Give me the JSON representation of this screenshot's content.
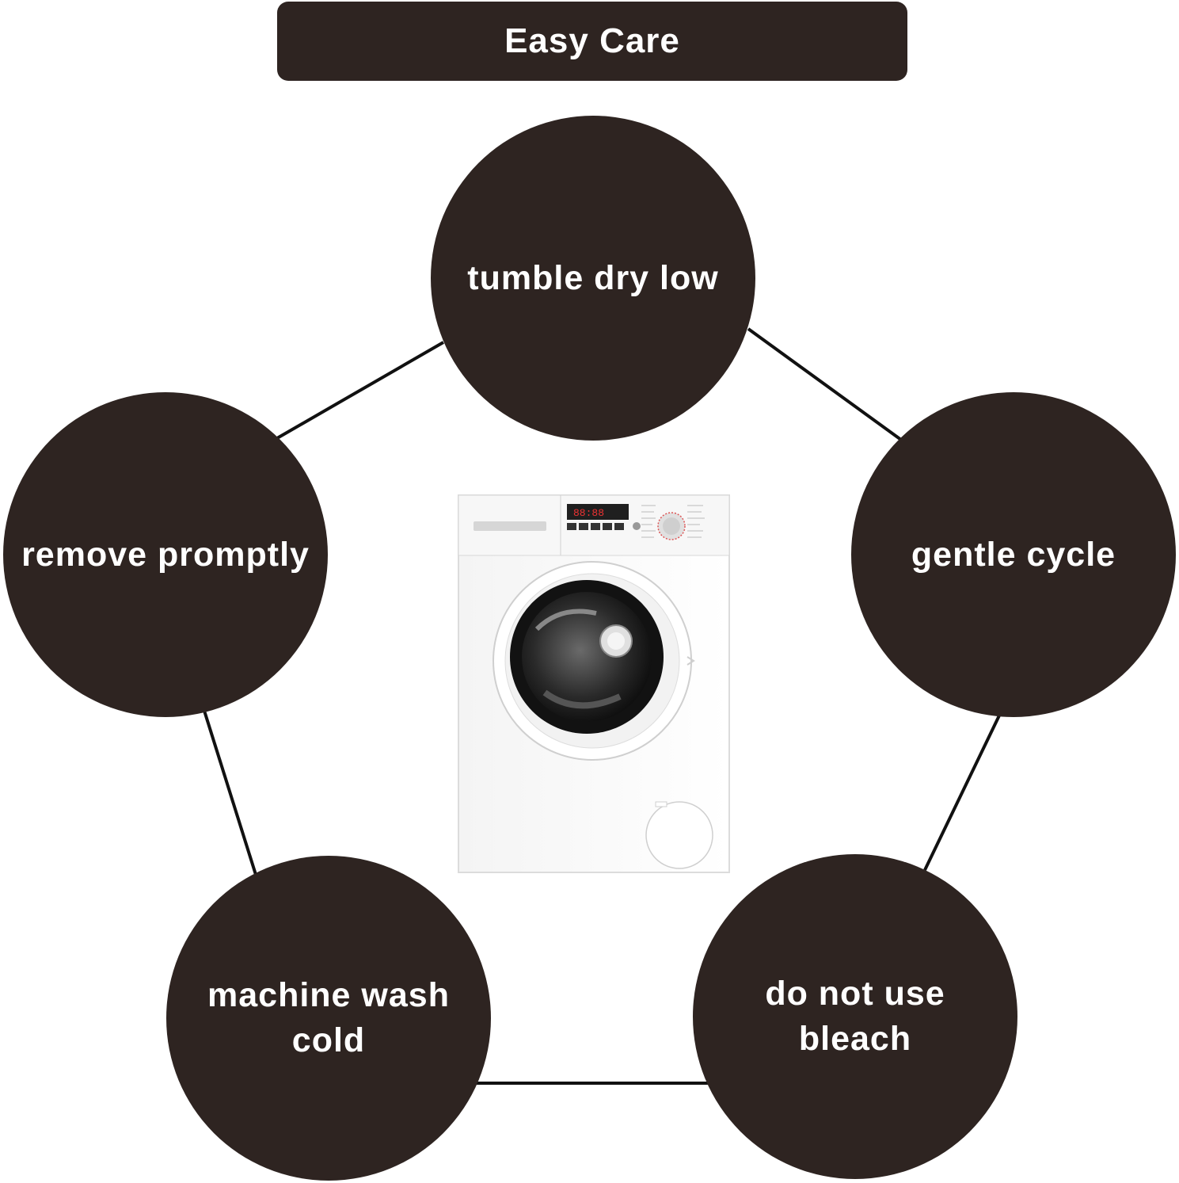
{
  "header": {
    "title": "Easy Care"
  },
  "care_items": [
    {
      "id": "top",
      "label": "tumble dry low"
    },
    {
      "id": "left",
      "label": "remove promptly"
    },
    {
      "id": "right",
      "label": "gentle cycle"
    },
    {
      "id": "bottom-left",
      "label": "machine wash\ncold"
    },
    {
      "id": "bottom-right",
      "label": "do not use\nbleach"
    }
  ],
  "colors": {
    "circle": "#2e2421",
    "text": "#ffffff",
    "line": "#111111",
    "background": "#ffffff"
  },
  "illustration": {
    "name": "washing-machine",
    "display_text": "88:88"
  }
}
